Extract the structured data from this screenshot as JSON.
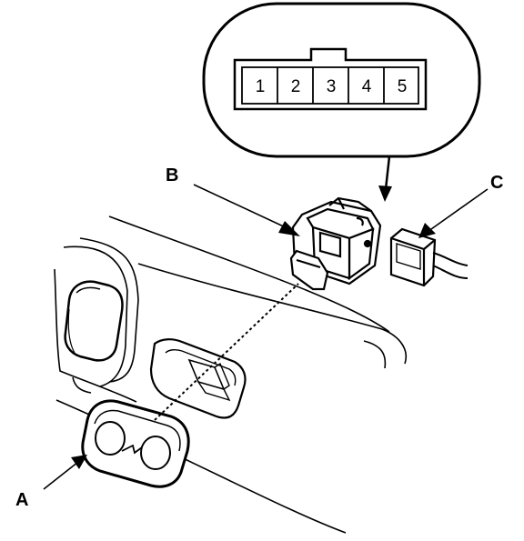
{
  "labels": {
    "a": "A",
    "b": "B",
    "c": "C"
  },
  "connector_face": {
    "pins": [
      "1",
      "2",
      "3",
      "4",
      "5"
    ]
  },
  "colors": {
    "ink": "#000000",
    "paper": "#ffffff"
  }
}
